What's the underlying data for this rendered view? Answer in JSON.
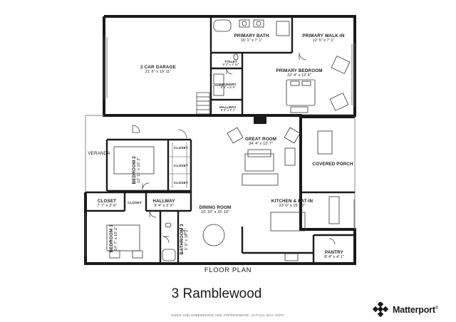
{
  "plan": {
    "title": "FLOOR PLAN",
    "property_name": "3 Ramblewood",
    "disclaimer": "SIZES AND DIMENSIONS ARE APPROXIMATE, ACTUAL MAY VARY.",
    "brand": "Matterport",
    "brand_trademark": "®"
  },
  "rooms": {
    "garage": {
      "name": "2 CAR GARAGE",
      "dims": "21' 6\" x 19' 11\""
    },
    "primary_bath": {
      "name": "PRIMARY BATH",
      "dims": "16' 1\" x 7' 1\""
    },
    "primary_walkin": {
      "name": "PRIMARY WALK-IN",
      "dims": "12' 5\" x 7' 1\""
    },
    "toilet": {
      "name": "TOILET",
      "dims": "6' 3\" x 2' 11\""
    },
    "laundry": {
      "name": "LAUNDRY",
      "dims": "6' 3\" x 5' 9\""
    },
    "hallway_small": {
      "name": "HALLWAY",
      "dims": "6' 3\" x 3' 2\""
    },
    "primary_bedroom": {
      "name": "PRIMARY BEDROOM",
      "dims": "22' 4\" x 12' 6\""
    },
    "great_room": {
      "name": "GREAT ROOM",
      "dims": "34' 4\" x 13' 7\""
    },
    "covered_porch": {
      "name": "COVERED PORCH",
      "dims": ""
    },
    "veranda": {
      "name": "VERANDA",
      "dims": ""
    },
    "bedroom2": {
      "name": "BEDROOM 2",
      "dims": "12' 11\" x 10' 2\""
    },
    "closet_b2a": {
      "name": "CLOSET",
      "dims": ""
    },
    "closet_b2b": {
      "name": "CLOSET",
      "dims": ""
    },
    "closet_b2c": {
      "name": "CLOSET",
      "dims": ""
    },
    "closet_hall": {
      "name": "CLOSET",
      "dims": ""
    },
    "closet_b3": {
      "name": "CLOSET",
      "dims": "7' 7\" x 3' 9\""
    },
    "hallway": {
      "name": "HALLWAY",
      "dims": "9' 4\" x 3' 9\""
    },
    "bedroom3": {
      "name": "BEDROOM 3",
      "dims": "14' 7\" x 10' 2\""
    },
    "bathroom3": {
      "name": "BATHROOM 3",
      "dims": "5' 0\" x 10' 2\""
    },
    "dining": {
      "name": "DINING ROOM",
      "dims": "10' 10\" x 15' 10\""
    },
    "kitchen": {
      "name": "KITCHEN & EAT-IN",
      "dims": "23' 0\" x 15' 10\""
    },
    "pantry": {
      "name": "PANTRY",
      "dims": "8' 4\" x 4' 1\""
    }
  }
}
